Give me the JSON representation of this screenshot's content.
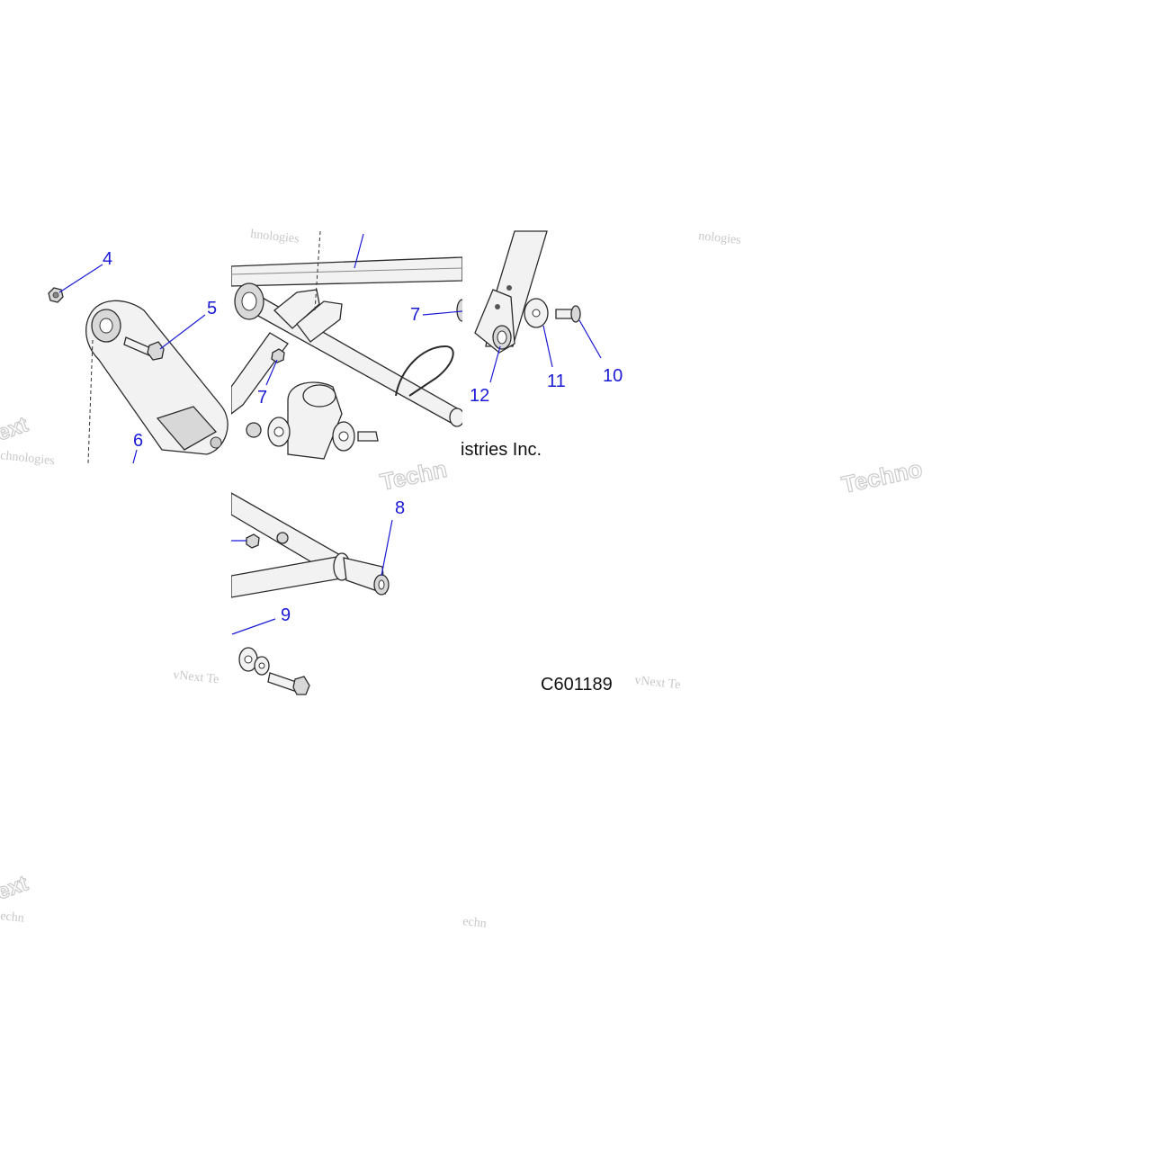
{
  "diagram": {
    "callouts": {
      "c4": "4",
      "c5": "5",
      "c6": "6",
      "c7a": "7",
      "c7b": "7",
      "c8": "8",
      "c9": "9",
      "c10": "10",
      "c11": "11",
      "c12": "12"
    },
    "figure_code": "C601189",
    "copyright_fragment": "istries Inc."
  },
  "watermark": {
    "text_a": "hnologies",
    "text_b": "chnologies",
    "text_c": "Techn",
    "text_d": "Techno",
    "text_e": "vNext Te",
    "text_f": "vNext Te",
    "text_g": "ext",
    "text_h": "nologies",
    "text_i": "ext",
    "text_j": "echn",
    "text_k": "echn"
  }
}
